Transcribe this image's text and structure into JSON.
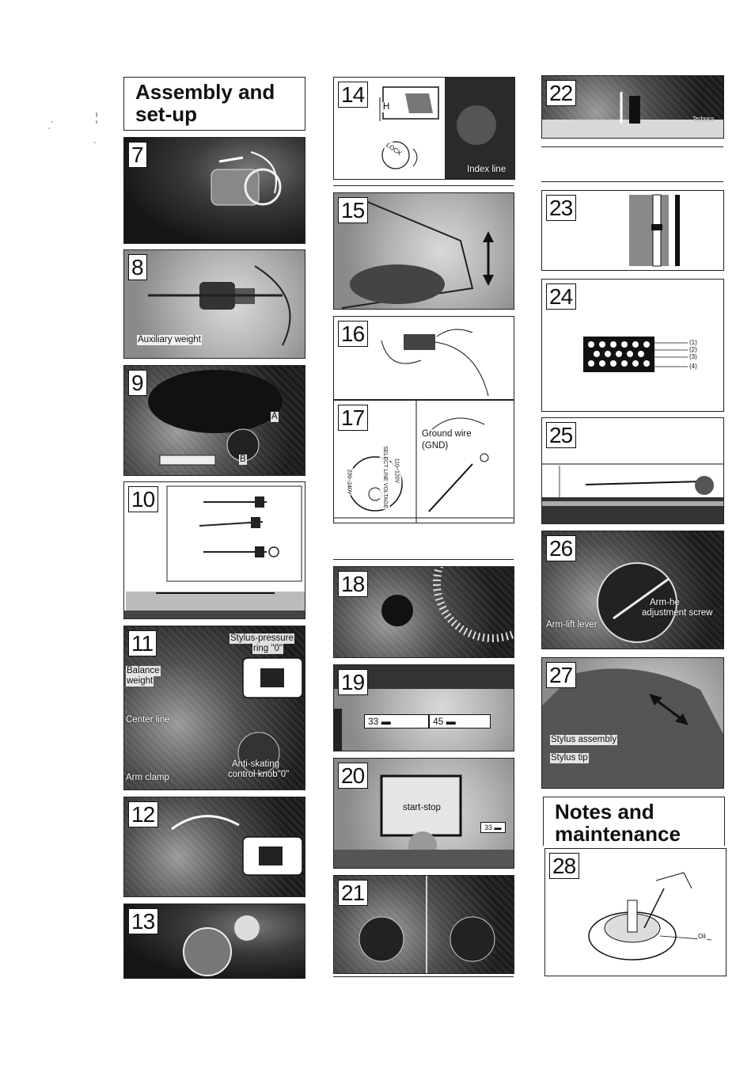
{
  "section_titles": {
    "assembly": [
      "Assembly and",
      "set-up"
    ],
    "notes": [
      "Notes and",
      "maintenance"
    ]
  },
  "figures": {
    "f7": "7",
    "f8": "8",
    "f9": "9",
    "f10": "10",
    "f11": "11",
    "f12": "12",
    "f13": "13",
    "f14": "14",
    "f15": "15",
    "f16": "16",
    "f17": "17",
    "f18": "18",
    "f19": "19",
    "f20": "20",
    "f21": "21",
    "f22": "22",
    "f23": "23",
    "f24": "24",
    "f25": "25",
    "f26": "26",
    "f27": "27",
    "f28": "28"
  },
  "labels": {
    "auxiliary_weight": "Auxiliary weight",
    "fig9_a": "A",
    "fig9_b": "B",
    "stylus_pressure_ring_1": "Stylus-pressure",
    "stylus_pressure_ring_2": "ring \"0\"",
    "balance_weight_1": "Balance",
    "balance_weight_2": "weight",
    "center_line": "Center line",
    "arm_clamp": "Arm clamp",
    "anti_skating_1": "Anti-skating",
    "anti_skating_2": "control knob\"0\"",
    "fig14_h": "H",
    "fig14_lock": "LOCK",
    "index_line": "Index line",
    "ground_wire_1": "Ground wire",
    "ground_wire_2": "(GND)",
    "voltage_select": "SELECT LINE VOLTAGE",
    "voltage_110": "110~120V",
    "voltage_220": "220~240V",
    "speed_33": "33",
    "speed_45": "45",
    "start_stop": "start-stop",
    "speed_33_small": "33",
    "fig24_1": "(1)",
    "fig24_2": "(2)",
    "fig24_3": "(3)",
    "fig24_4": "(4)",
    "arm_height_1": "Arm-he",
    "arm_height_2": "adjustment screw",
    "arm_lift_lever": "Arm-lift lever",
    "stylus_assembly": "Stylus assembly",
    "stylus_tip": "Stylus tip",
    "oil": "Oil",
    "technics": "Technics"
  }
}
